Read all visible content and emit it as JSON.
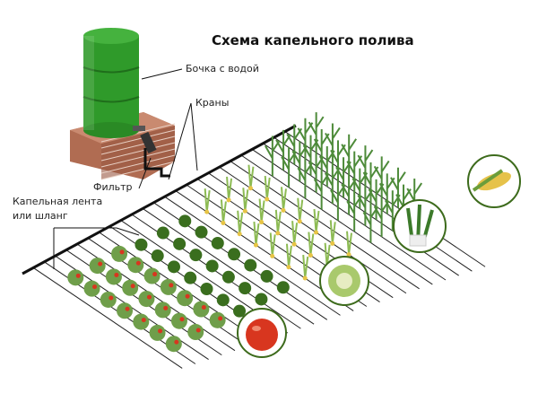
{
  "title": "Схема капельного полива",
  "labels": {
    "barrel": "Бочка с водой",
    "taps": "Краны",
    "filter": "Фильтр",
    "drip_tape_line1": "Капельная лента",
    "drip_tape_line2": "или шланг"
  },
  "colors": {
    "barrel": "#2f9a2a",
    "brick": "#a8624a",
    "pipe": "#111111",
    "tomato": "#d8361f",
    "lettuce": "#3a6e1e",
    "onion": "#8dbb54",
    "corn": "#4e8b3a"
  }
}
